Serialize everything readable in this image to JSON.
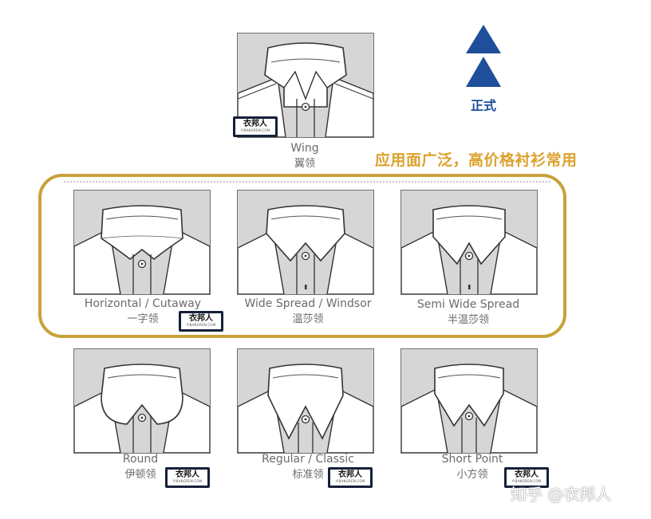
{
  "formal_label": "正式",
  "headline": "应用面广泛，高价格衬衫常用",
  "stamp": {
    "brand": "衣邦人",
    "domain": "YIBANGREN.COM"
  },
  "watermark": "知乎 @衣邦人",
  "colors": {
    "accent_gold": "#c9a13b",
    "headline_gold": "#dca12c",
    "formal_blue": "#1f4e9a",
    "stamp_navy": "#16203a"
  },
  "collars": [
    {
      "en": "Wing",
      "zh": "翼领"
    },
    {
      "en": "Horizontal / Cutaway",
      "zh": "一字领"
    },
    {
      "en": "Wide Spread / Windsor",
      "zh": "温莎领"
    },
    {
      "en": "Semi Wide Spread",
      "zh": "半温莎领"
    },
    {
      "en": "Round",
      "zh": "伊顿领"
    },
    {
      "en": "Regular / Classic",
      "zh": "标准领"
    },
    {
      "en": "Short Point",
      "zh": "小方领"
    }
  ]
}
